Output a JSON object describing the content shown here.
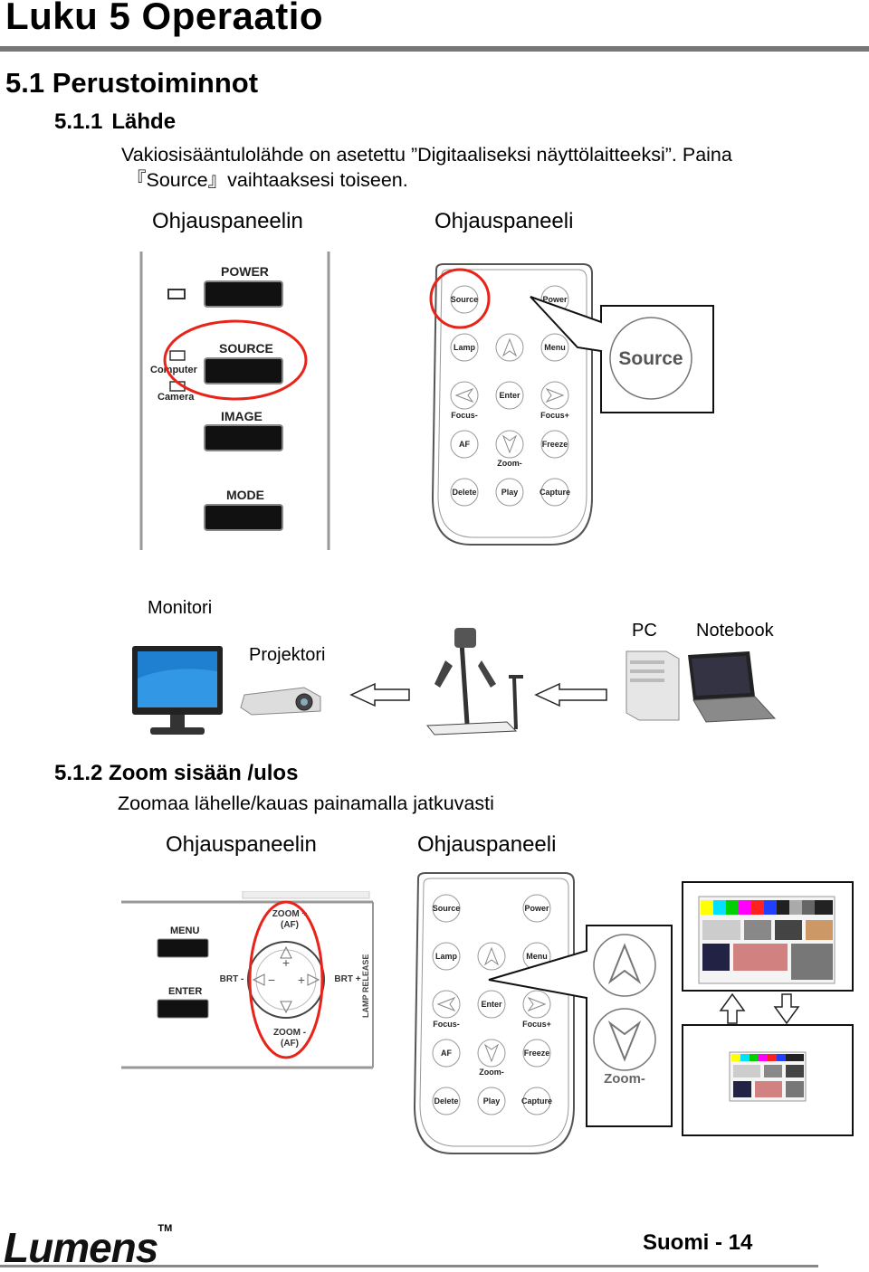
{
  "chapter": {
    "title": "Luku 5 Operaatio"
  },
  "section": {
    "title": "5.1 Perustoiminnot"
  },
  "source_section": {
    "number": "5.1.1",
    "label": "Lähde",
    "text_line1": "Vakiosisääntulolähde on asetettu ”Digitaaliseksi näyttölaitteeksi”. Paina",
    "text_line2": "『Source』vaihtaaksesi toiseen.",
    "panel_label": "Ohjauspaneelin",
    "remote_label": "Ohjauspaneeli",
    "panel_buttons": {
      "power": "POWER",
      "source": "SOURCE",
      "image": "IMAGE",
      "mode": "MODE",
      "computer": "Computer",
      "camera": "Camera"
    },
    "callout_text": "Source"
  },
  "remote": {
    "buttons": [
      "Source",
      "Power",
      "Lamp",
      "Menu",
      "Enter",
      "AF",
      "Freeze",
      "Delete",
      "Play",
      "Capture"
    ],
    "labels": {
      "focus_minus": "Focus-",
      "focus_plus": "Focus+",
      "zoom_minus": "Zoom-"
    }
  },
  "devices": {
    "monitor": "Monitori",
    "projector": "Projektori",
    "pc": "PC",
    "notebook": "Notebook"
  },
  "zoom_section": {
    "title": "5.1.2 Zoom sisään /ulos",
    "text": "Zoomaa lähelle/kauas painamalla jatkuvasti",
    "panel_label": "Ohjauspaneelin",
    "remote_label": "Ohjauspaneeli",
    "panel_texts": {
      "menu": "MENU",
      "enter": "ENTER",
      "zoom_plus": "ZOOM +",
      "zoom_minus": "ZOOM -",
      "af": "(AF)",
      "brt_minus": "BRT -",
      "brt_plus": "BRT +",
      "lamp_release": "LAMP RELEASE"
    },
    "callout_zoom": "Zoom-"
  },
  "footer": {
    "brand": "Lumens",
    "tm": "TM",
    "page": "Suomi - 14"
  },
  "colors": {
    "highlight": "#e8231a",
    "rule": "#777777"
  }
}
